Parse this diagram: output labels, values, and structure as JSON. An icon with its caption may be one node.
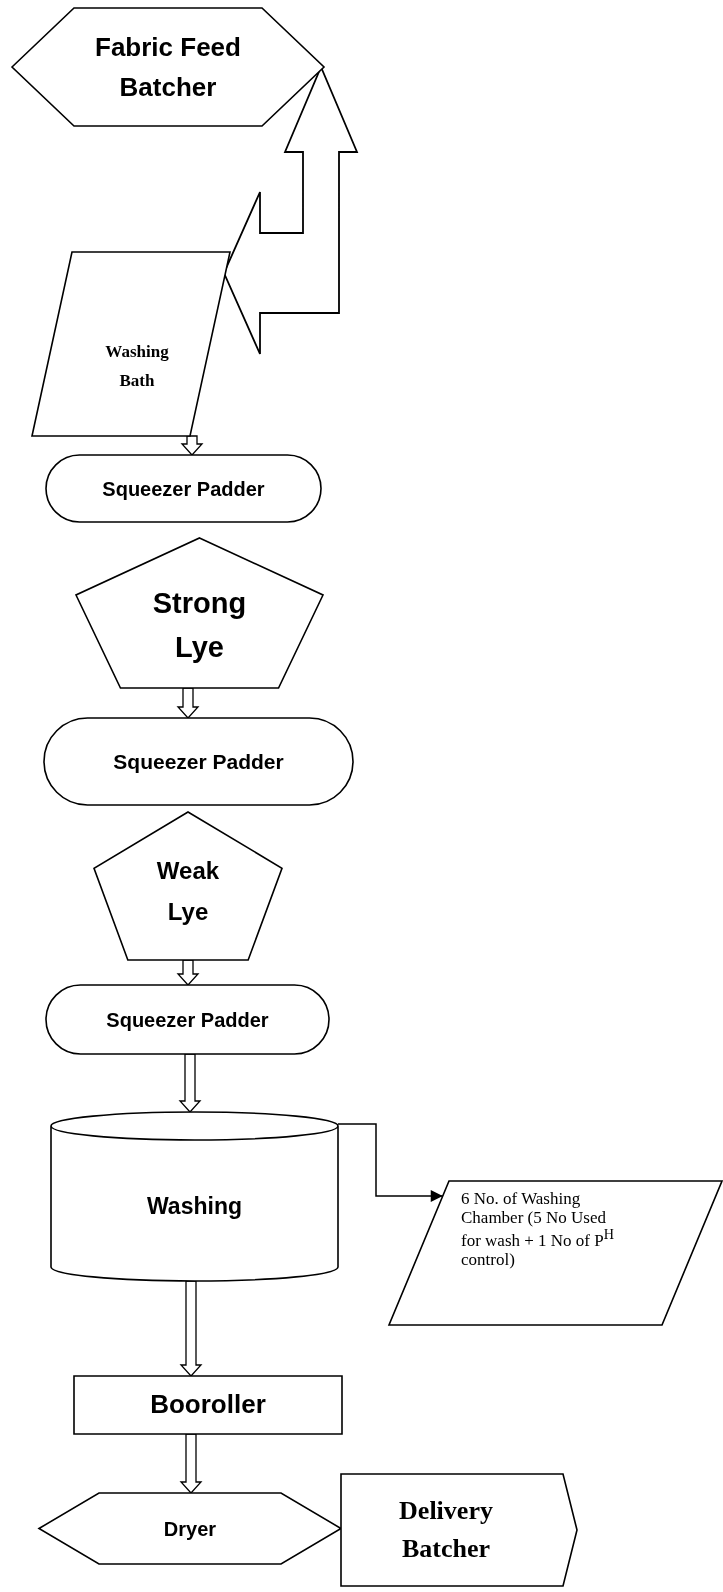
{
  "diagram": {
    "nodes": [
      {
        "text": [
          "Fabric Feed Batcher"
        ]
      },
      {
        "text": [
          "Washing Bath"
        ]
      },
      {
        "text": [
          "Squeezer Padder"
        ]
      },
      {
        "text": [
          "Strong Lye"
        ]
      },
      {
        "text": [
          "Squeezer Padder"
        ]
      },
      {
        "text": [
          "Weak Lye"
        ]
      },
      {
        "text": [
          "Squeezer Padder"
        ]
      },
      {
        "text": [
          "Washing"
        ]
      },
      {
        "text": [
          "6 No. of Washing Chamber (5 No Used for wash + 1 No of P$^{H}$ control)"
        ]
      },
      {
        "text": [
          "Booroller"
        ]
      },
      {
        "text": [
          "Dryer"
        ]
      },
      {
        "text": [
          "Delivery Batcher"
        ]
      }
    ],
    "edges": [
      {
        "from": 0,
        "to": 1,
        "arrow": "both",
        "style": "thick"
      },
      {
        "from": 1,
        "to": 2,
        "arrow": "to"
      },
      {
        "from": 3,
        "to": 4,
        "arrow": "to"
      },
      {
        "from": 5,
        "to": 6,
        "arrow": "to"
      },
      {
        "from": 6,
        "to": 7,
        "arrow": "to"
      },
      {
        "from": 7,
        "to": 8,
        "arrow": "to"
      },
      {
        "from": 7,
        "to": 9,
        "arrow": "to"
      },
      {
        "from": 9,
        "to": 10,
        "arrow": "to"
      }
    ]
  }
}
